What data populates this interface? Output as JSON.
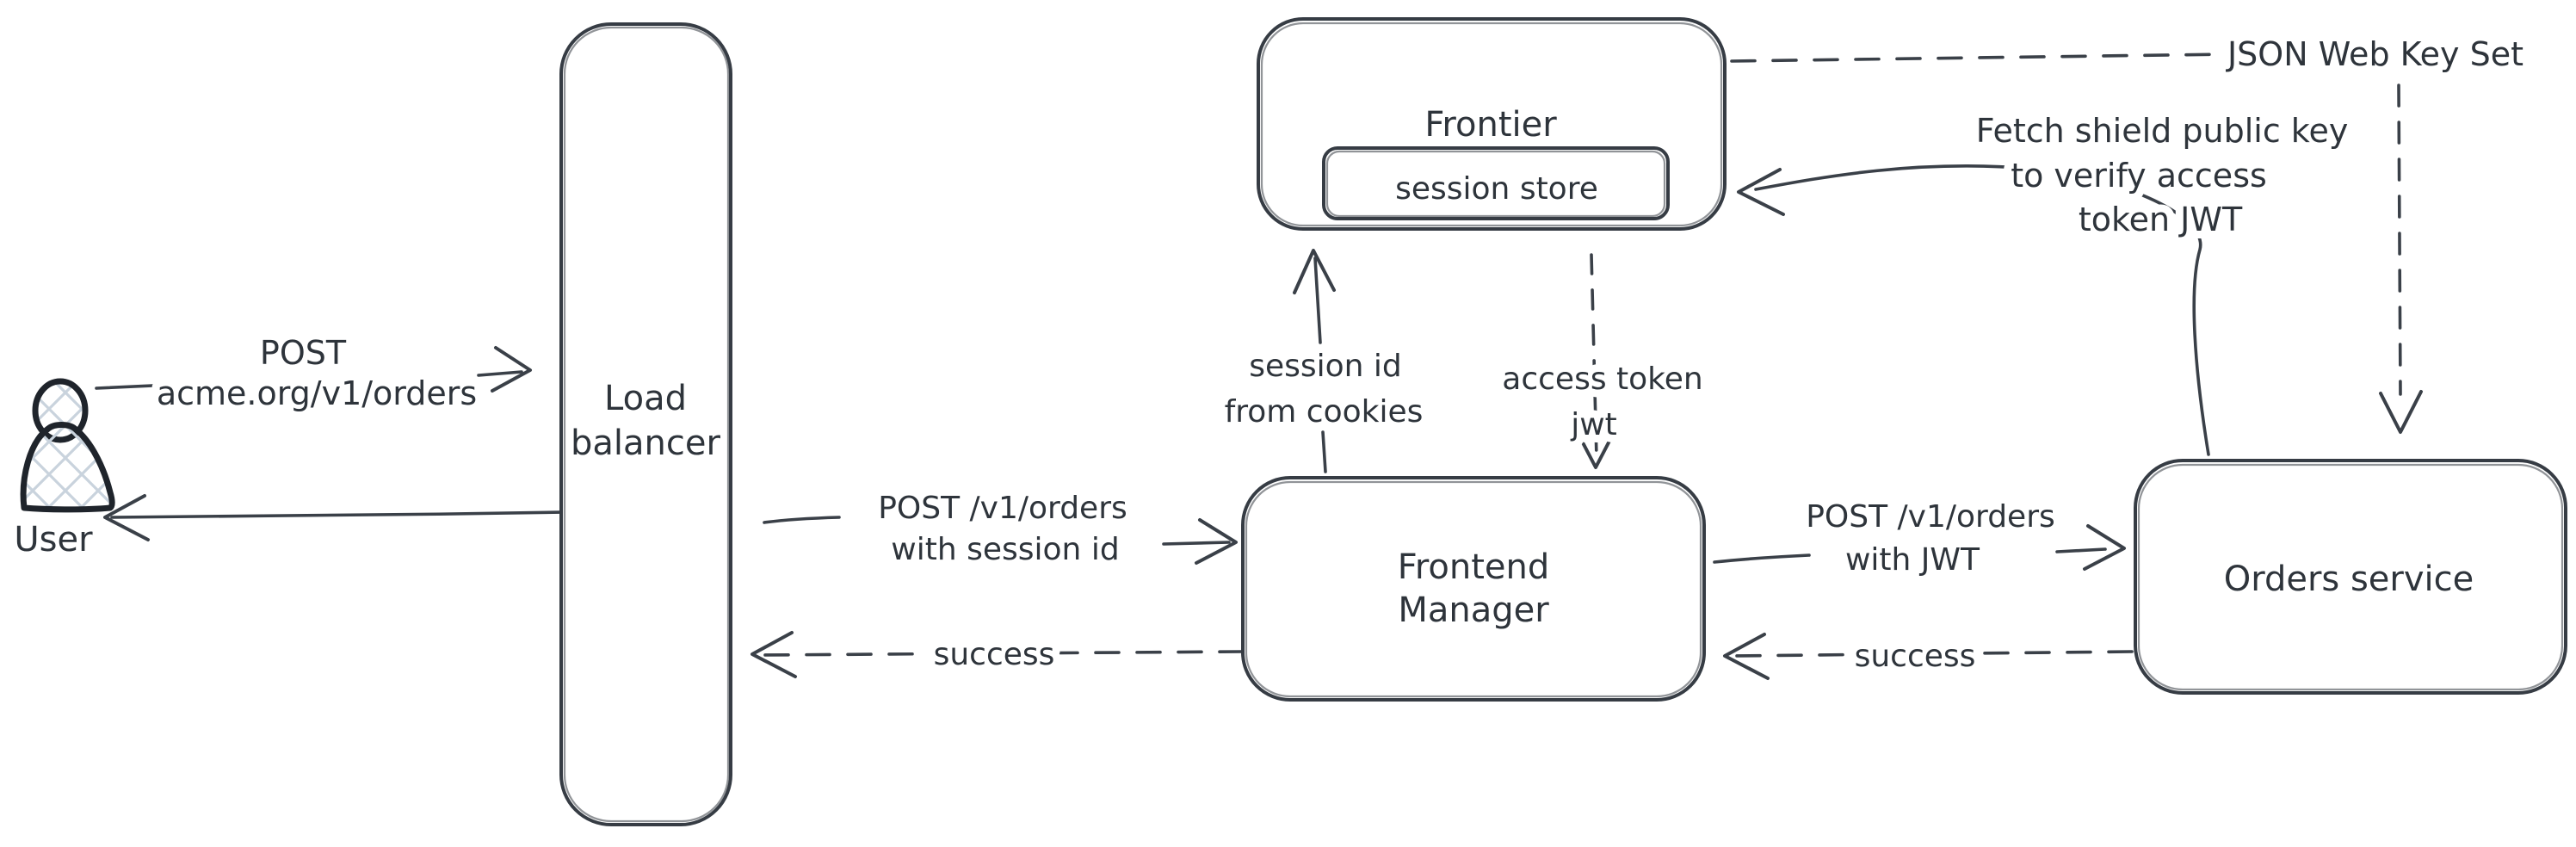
{
  "diagram": {
    "type": "architecture-flow",
    "colors": {
      "background": "#ffffff",
      "stroke": "#363c44",
      "text": "#2e343b",
      "user_icon_stroke": "#1f242b",
      "user_icon_hatch": "#c9d3dd"
    },
    "nodes": {
      "user": {
        "label": "User",
        "icon": "person-icon"
      },
      "load_balancer": {
        "label": [
          "Load",
          "balancer"
        ]
      },
      "frontier": {
        "label": "Frontier",
        "session_store": {
          "label": "session store"
        }
      },
      "frontend_manager": {
        "label": [
          "Frontend",
          "Manager"
        ]
      },
      "orders_service": {
        "label": "Orders service"
      }
    },
    "edges": {
      "user_to_load_balancer": {
        "style": "solid",
        "direction": "right",
        "label": [
          "POST",
          "acme.org/v1/orders"
        ]
      },
      "load_balancer_to_user": {
        "style": "solid",
        "direction": "left",
        "label": []
      },
      "load_balancer_to_frontend_manager": {
        "style": "solid",
        "direction": "right",
        "label": [
          "POST /v1/orders",
          "with session id"
        ]
      },
      "frontend_manager_to_load_balancer": {
        "style": "dashed",
        "direction": "left",
        "label": [
          "success"
        ]
      },
      "frontend_manager_to_frontier": {
        "style": "solid",
        "direction": "up",
        "label": [
          "session id",
          "from cookies"
        ]
      },
      "frontier_to_frontend_manager": {
        "style": "dashed",
        "direction": "down",
        "label": [
          "access token",
          "jwt"
        ]
      },
      "frontend_manager_to_orders_service": {
        "style": "solid",
        "direction": "right",
        "label": [
          "POST /v1/orders",
          "with JWT"
        ]
      },
      "orders_service_to_frontend_manager": {
        "style": "dashed",
        "direction": "left",
        "label": [
          "success"
        ]
      },
      "orders_service_to_frontier": {
        "style": "solid",
        "direction": "left",
        "label": [
          "Fetch shield public key",
          "to verify access",
          "token JWT"
        ]
      },
      "frontier_to_jwks": {
        "style": "dashed",
        "direction": "down",
        "label": [
          "JSON Web Key Set"
        ]
      }
    }
  }
}
